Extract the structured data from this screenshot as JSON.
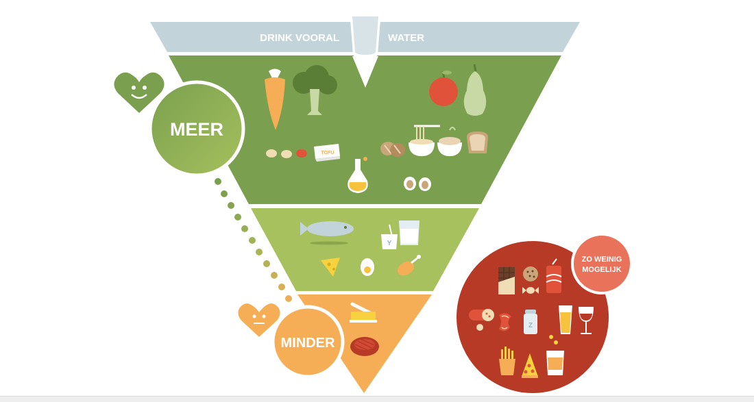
{
  "colors": {
    "water": "#c3d3da",
    "meer_layer": "#7a9f4e",
    "middle_layer": "#a6c15e",
    "minder_layer": "#f5ae56",
    "zo_weinig": "#b73a26",
    "zo_weinig_badge": "#e8735a",
    "meer_circle": "#8aac5a",
    "minder_circle": "#f5ae56"
  },
  "water": {
    "left_label": "DRINK VOORAL",
    "right_label": "WATER"
  },
  "meer": {
    "label": "MEER",
    "icons": [
      "carrot-icon",
      "broccoli-icon",
      "apple-icon",
      "pear-icon",
      "nuts-icon",
      "tofu-icon",
      "bread-rolls-icon",
      "pasta-bowl-icon",
      "grain-bowl-icon",
      "bread-icon",
      "oil-bottle-icon",
      "eggs-halved-icon"
    ],
    "tofu_label": "TOFU"
  },
  "middle": {
    "icons": [
      "fish-icon",
      "yogurt-icon",
      "milk-glass-icon",
      "cheese-icon",
      "egg-icon",
      "chicken-leg-icon"
    ],
    "yogurt_label": "Y"
  },
  "minder": {
    "label": "MINDER",
    "icons": [
      "butter-icon",
      "steak-icon"
    ]
  },
  "zo_weinig": {
    "label_line1": "ZO WEINIG",
    "label_line2": "MOGELIJK",
    "icons": [
      "chocolate-icon",
      "cookie-icon",
      "soda-can-icon",
      "candy-icon",
      "sausage-icon",
      "bacon-icon",
      "salt-shaker-icon",
      "beer-glass-icon",
      "wine-glass-icon",
      "fries-icon",
      "pizza-slice-icon",
      "chips-bag-icon"
    ],
    "salt_label": "Z"
  }
}
